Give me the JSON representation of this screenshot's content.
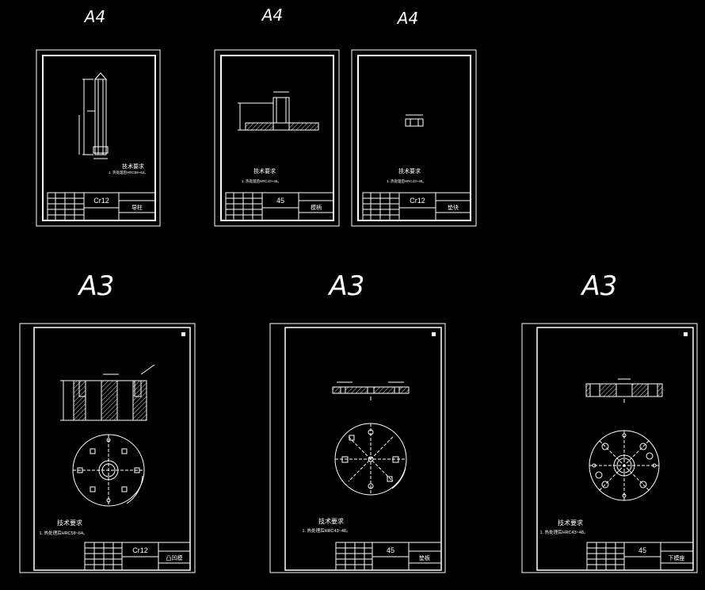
{
  "sheets": [
    {
      "size": "A4",
      "material": "Cr12",
      "note_title": "技术要求",
      "note_line": "1. 热处理后HRC58~64。",
      "part_name": "导柱"
    },
    {
      "size": "A4",
      "material": "45",
      "note_title": "技术要求",
      "note_line": "1. 热处理后HRC43~48。",
      "part_name": "模柄"
    },
    {
      "size": "A4",
      "material": "Cr12",
      "note_title": "技术要求",
      "note_line": "1. 热处理后HRC43~48。",
      "part_name": "垫块"
    },
    {
      "size": "A3",
      "material": "Cr12",
      "note_title": "技术要求",
      "note_line": "1. 热处理后HRC58~64。",
      "part_name": "凸凹模"
    },
    {
      "size": "A3",
      "material": "45",
      "note_title": "技术要求",
      "note_line": "1. 热处理后HRC43~48。",
      "part_name": "垫板"
    },
    {
      "size": "A3",
      "material": "45",
      "note_title": "技术要求",
      "note_line": "1. 热处理后HRC43~48。",
      "part_name": "下模座"
    }
  ]
}
